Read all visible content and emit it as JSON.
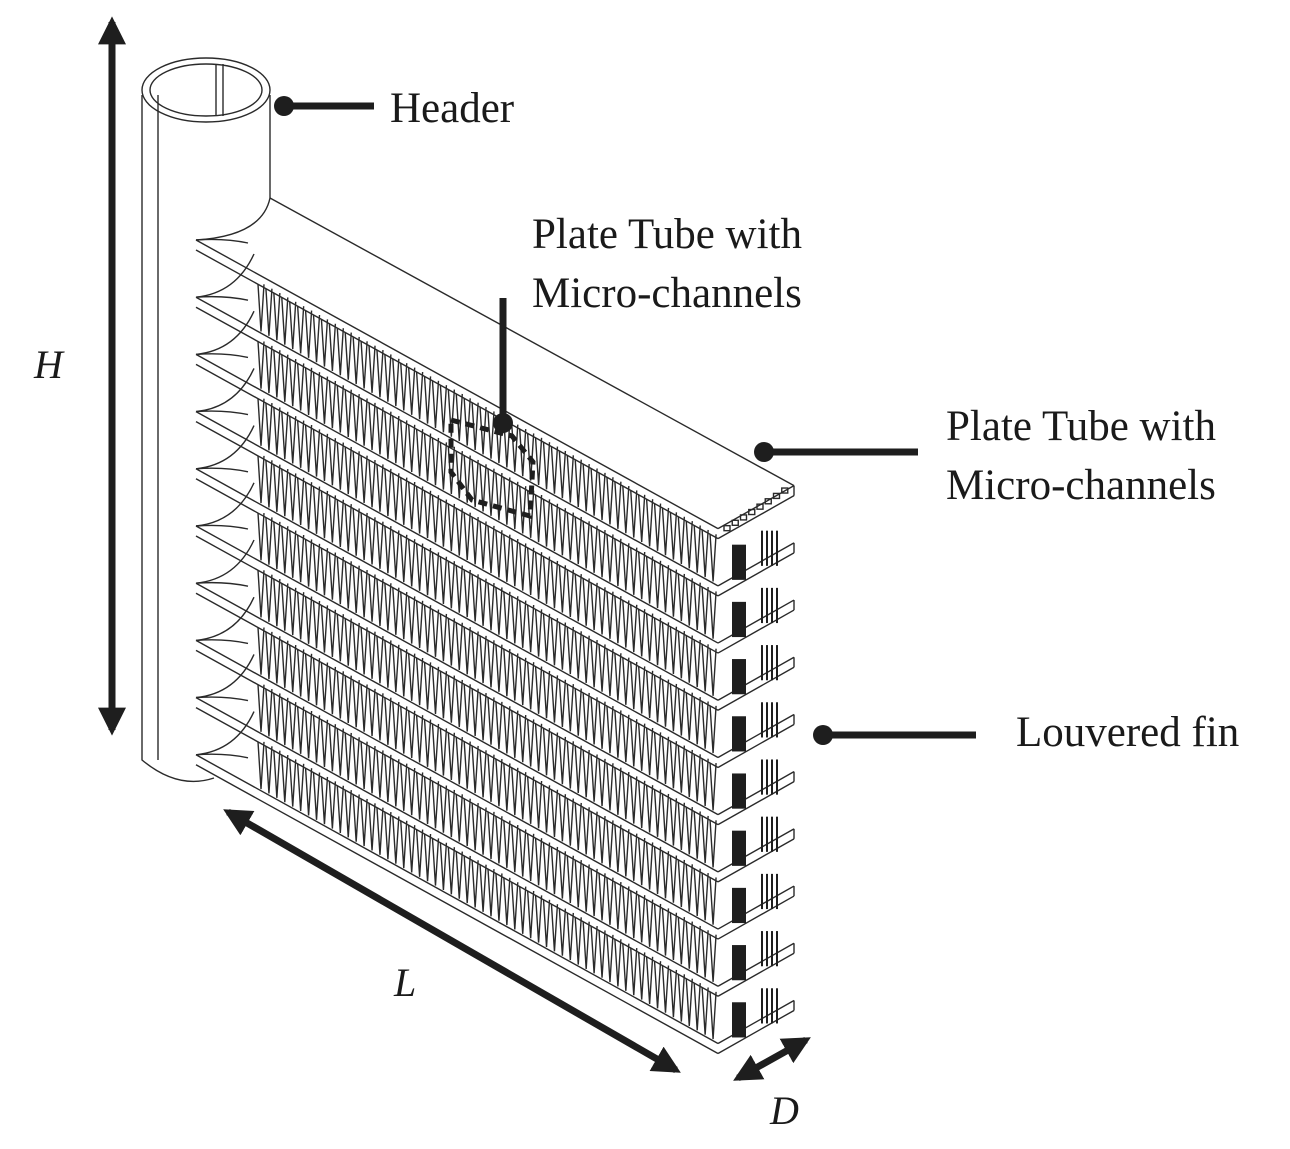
{
  "labels": {
    "header": "Header",
    "plate_tube_inner_line1": "Plate Tube with",
    "plate_tube_inner_line2": "Micro-channels",
    "plate_tube_outer_line1": "Plate Tube with",
    "plate_tube_outer_line2": "Micro-channels",
    "louvered_fin": "Louvered fin"
  },
  "dimensions": {
    "height": "H",
    "length": "L",
    "depth": "D"
  },
  "structure": {
    "tube_count": 10,
    "fin_rows": 9
  },
  "colors": {
    "ink": "#1e1e1e",
    "background": "#ffffff"
  }
}
